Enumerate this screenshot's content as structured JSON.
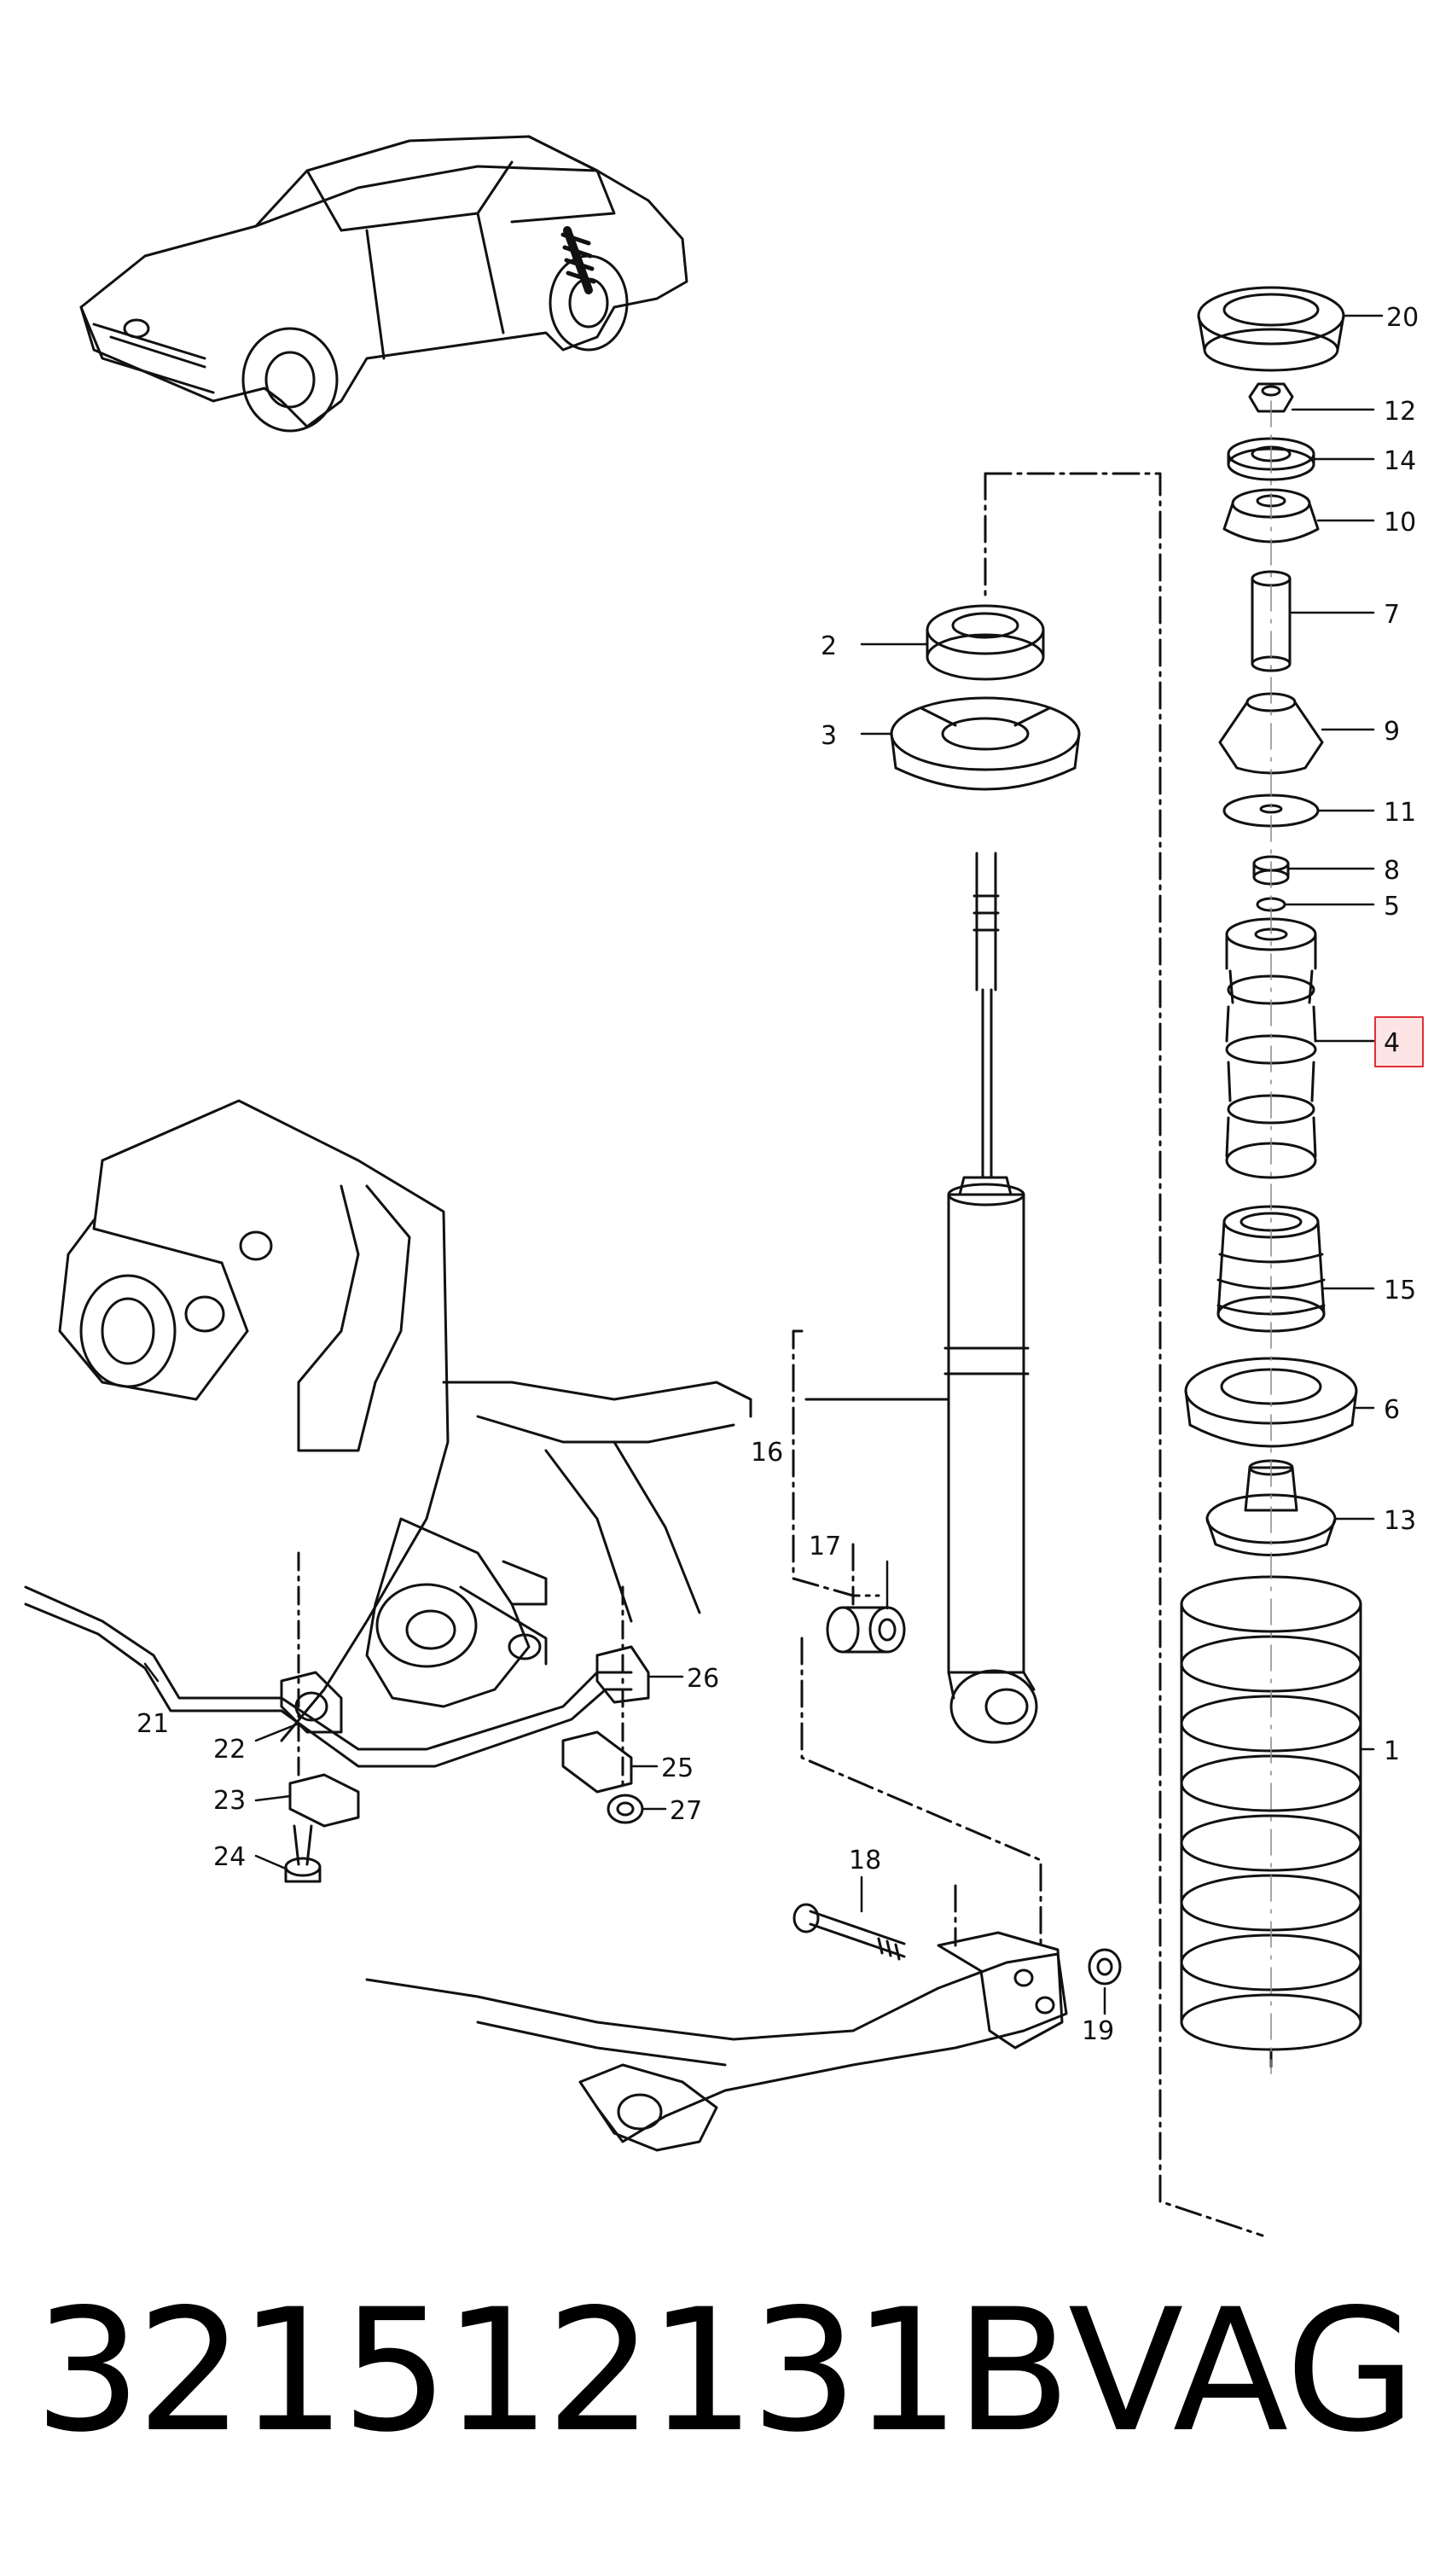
{
  "diagram": {
    "callouts": [
      {
        "id": "c20",
        "label": "20"
      },
      {
        "id": "c12",
        "label": "12"
      },
      {
        "id": "c14",
        "label": "14"
      },
      {
        "id": "c10",
        "label": "10"
      },
      {
        "id": "c7",
        "label": "7"
      },
      {
        "id": "c9",
        "label": "9"
      },
      {
        "id": "c11",
        "label": "11"
      },
      {
        "id": "c8",
        "label": "8"
      },
      {
        "id": "c5",
        "label": "5"
      },
      {
        "id": "c4",
        "label": "4",
        "highlighted": true
      },
      {
        "id": "c15",
        "label": "15"
      },
      {
        "id": "c6",
        "label": "6"
      },
      {
        "id": "c13",
        "label": "13"
      },
      {
        "id": "c1",
        "label": "1"
      },
      {
        "id": "c2",
        "label": "2"
      },
      {
        "id": "c3",
        "label": "3"
      },
      {
        "id": "c16",
        "label": "16"
      },
      {
        "id": "c17",
        "label": "17"
      },
      {
        "id": "c18",
        "label": "18"
      },
      {
        "id": "c19",
        "label": "19"
      },
      {
        "id": "c21",
        "label": "21"
      },
      {
        "id": "c22",
        "label": "22"
      },
      {
        "id": "c23",
        "label": "23"
      },
      {
        "id": "c24",
        "label": "24"
      },
      {
        "id": "c25",
        "label": "25"
      },
      {
        "id": "c26",
        "label": "26"
      },
      {
        "id": "c27",
        "label": "27"
      }
    ],
    "highlight_color": "#e0303a"
  },
  "footer": {
    "part_number": "321512131B",
    "brand": "VAG"
  }
}
